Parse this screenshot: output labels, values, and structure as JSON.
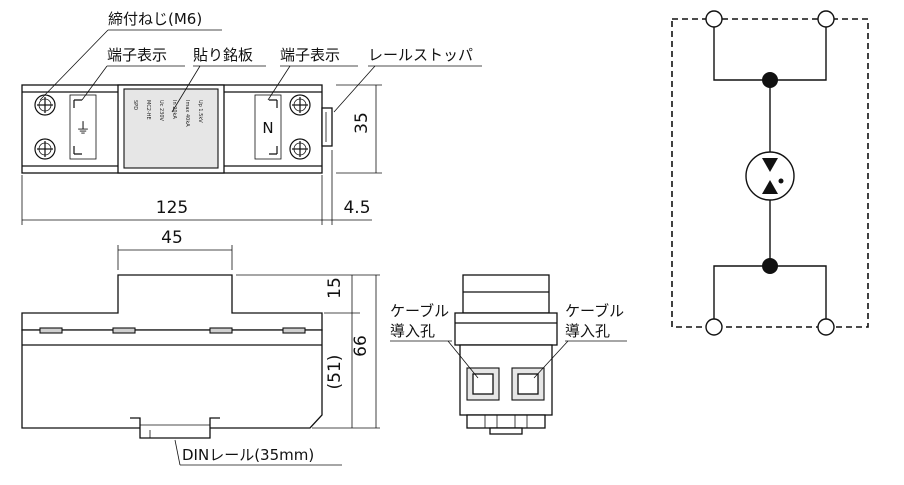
{
  "labels": {
    "screw": "締付ねじ(M6)",
    "terminal_left": "端子表示",
    "nameplate": "貼り銘板",
    "terminal_right": "端子表示",
    "rail_stopper": "レールストッパ",
    "cable_entry_left_1": "ケーブル",
    "cable_entry_left_2": "導入孔",
    "cable_entry_right_1": "ケーブル",
    "cable_entry_right_2": "導入孔",
    "din_rail": "DINレール(35mm)"
  },
  "dimensions": {
    "width": "125",
    "stopper": "4.5",
    "height_front": "35",
    "top_width": "45",
    "step": "15",
    "depth": "66",
    "inner": "(51)"
  },
  "device_marks": {
    "ground": "⏚",
    "neutral": "N"
  },
  "nameplate_text": [
    "SPD",
    "MC2-HE",
    "Uc 230V",
    "In 20kA",
    "Imax 40kA",
    "Up 1.5kV"
  ]
}
